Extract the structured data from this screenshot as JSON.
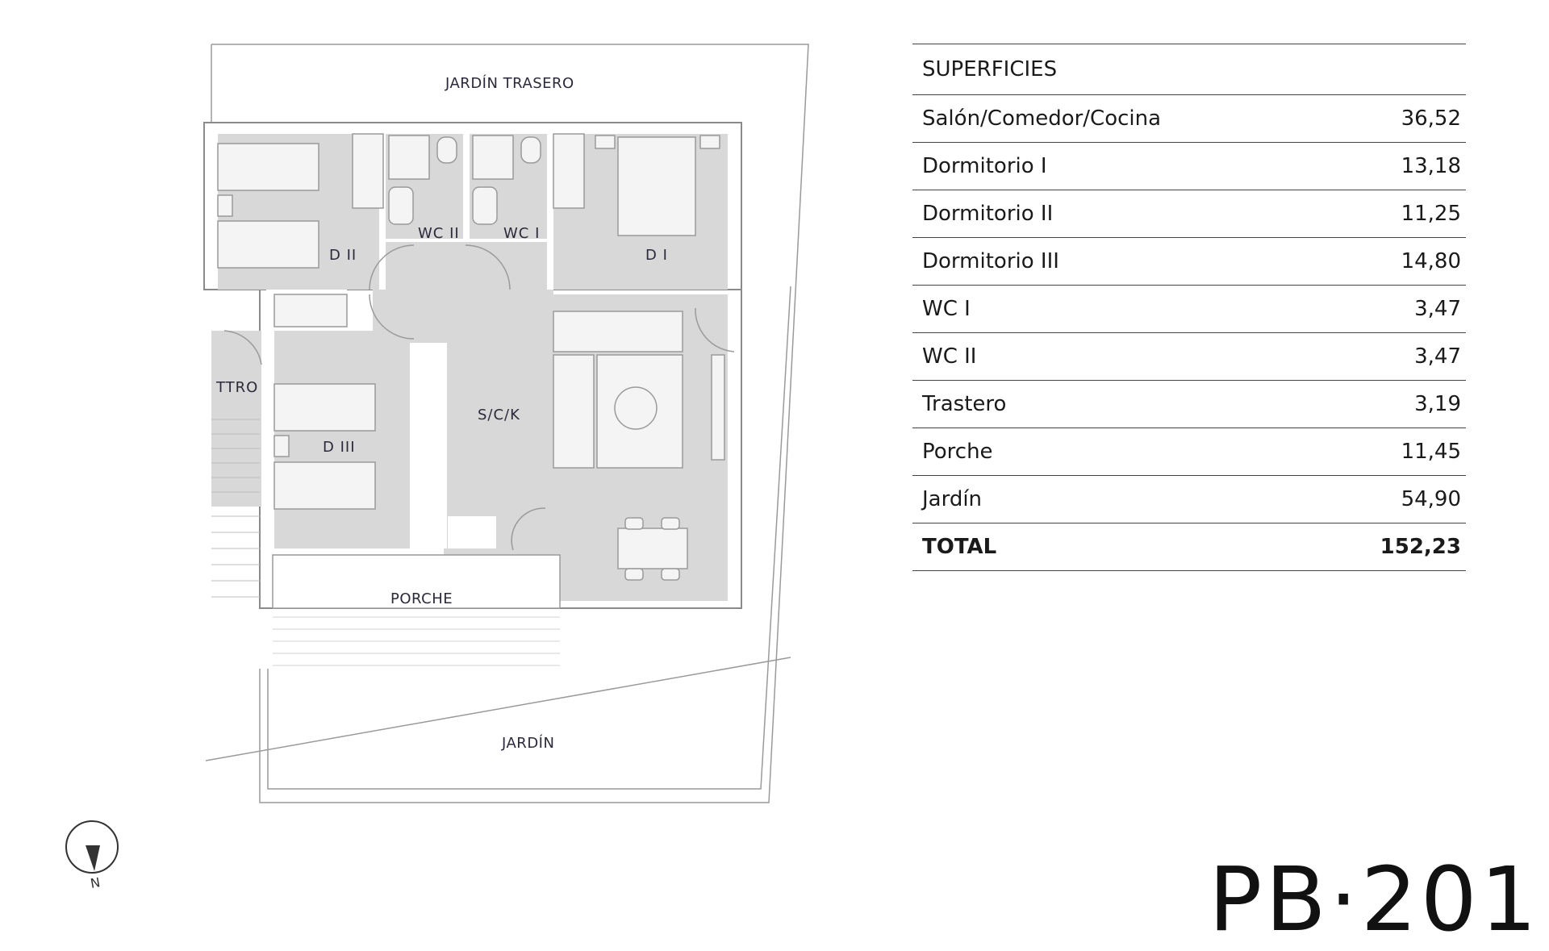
{
  "plan": {
    "labels": {
      "jardin_trasero": "JARDÍN TRASERO",
      "d_ii": "D II",
      "wc_ii": "WC II",
      "wc_i": "WC I",
      "d_i": "D I",
      "ttro": "TTRO",
      "d_iii": "D III",
      "sck": "S/C/K",
      "porche": "PORCHE",
      "jardin": "JARDÍN"
    },
    "compass_letter": "N"
  },
  "table": {
    "header": "SUPERFICIES",
    "rows": [
      {
        "label": "Salón/Comedor/Cocina",
        "value": "36,52"
      },
      {
        "label": "Dormitorio I",
        "value": "13,18"
      },
      {
        "label": "Dormitorio II",
        "value": "11,25"
      },
      {
        "label": "Dormitorio III",
        "value": "14,80"
      },
      {
        "label": "WC I",
        "value": "3,47"
      },
      {
        "label": "WC II",
        "value": "3,47"
      },
      {
        "label": "Trastero",
        "value": "3,19"
      },
      {
        "label": "Porche",
        "value": "11,45"
      },
      {
        "label": "Jardín",
        "value": "54,90"
      }
    ],
    "total": {
      "label": "TOTAL",
      "value": "152,23"
    }
  },
  "unit_code": "PB·201",
  "colors": {
    "floor": "#d8d8d8",
    "wall": "#8a8a8a",
    "text": "#2a2a3a"
  }
}
